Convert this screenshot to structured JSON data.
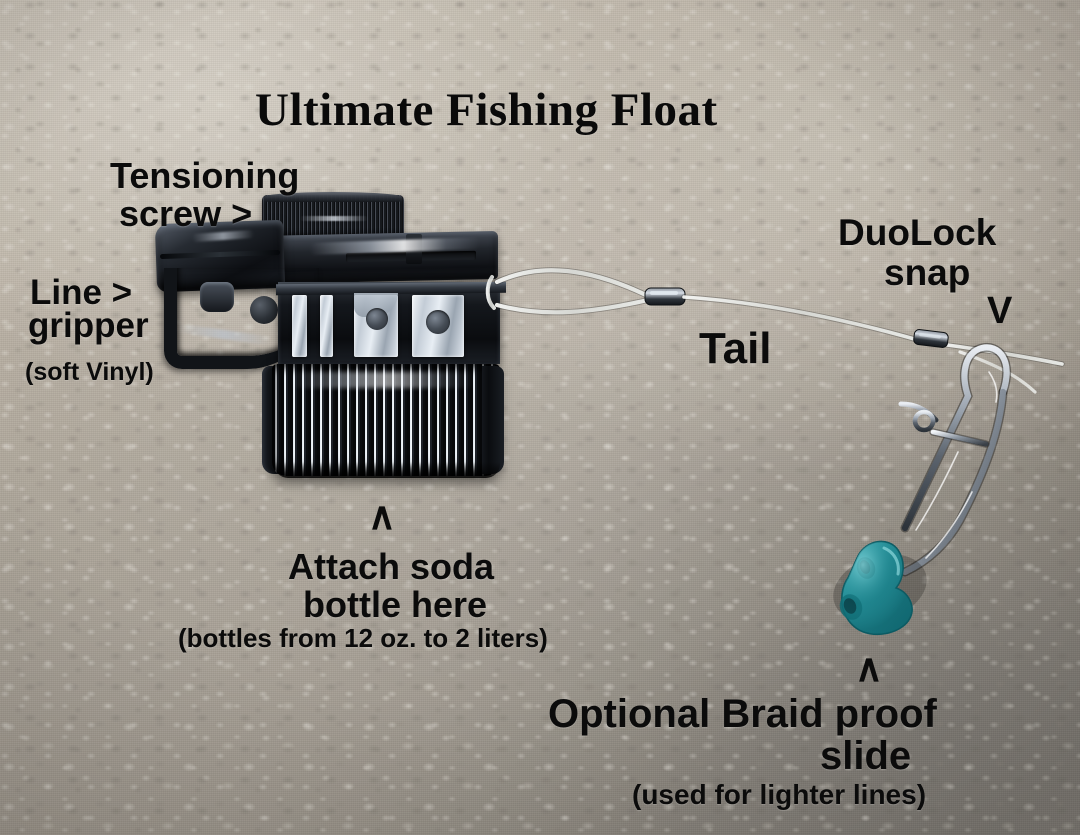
{
  "image": {
    "title": "Ultimate Fishing Float",
    "subject": "annotated product photo of a fishing float clip with tail line, DuoLock snap and braid-proof slide",
    "background_color": "#b3aa9d",
    "text_color": "#0b0b0b",
    "accent_color": "#20868f"
  },
  "annotations": {
    "tensioning_screw": {
      "line1": "Tensioning",
      "line2": "screw >"
    },
    "line_gripper": {
      "line1": "Line >",
      "line2": "gripper",
      "note": "(soft Vinyl)"
    },
    "tail": {
      "label": "Tail"
    },
    "duolock_snap": {
      "line1": "DuoLock",
      "line2": "snap",
      "pointer": "V"
    },
    "attach_bottle": {
      "pointer": "∧",
      "line1": "Attach soda",
      "line2": "bottle here",
      "note": "(bottles from 12 oz. to 2 liters)"
    },
    "braid_slide": {
      "pointer": "∧",
      "line1": "Optional Braid proof",
      "line2": "slide",
      "note": "(used for lighter lines)"
    }
  },
  "parts": {
    "knurled_cap": "tension screw knurled knob",
    "clamp": "soft vinyl line gripper jaw",
    "metal_plates": "metal retainer plates",
    "bottle_cap": "ribbed soda bottle cap",
    "mono_loop": "clear monofilament tail loop",
    "crimp_sleeve": "metal crimp sleeve",
    "snap_wire": "stainless DuoLock snap wire",
    "slide_color": "#20868f"
  }
}
